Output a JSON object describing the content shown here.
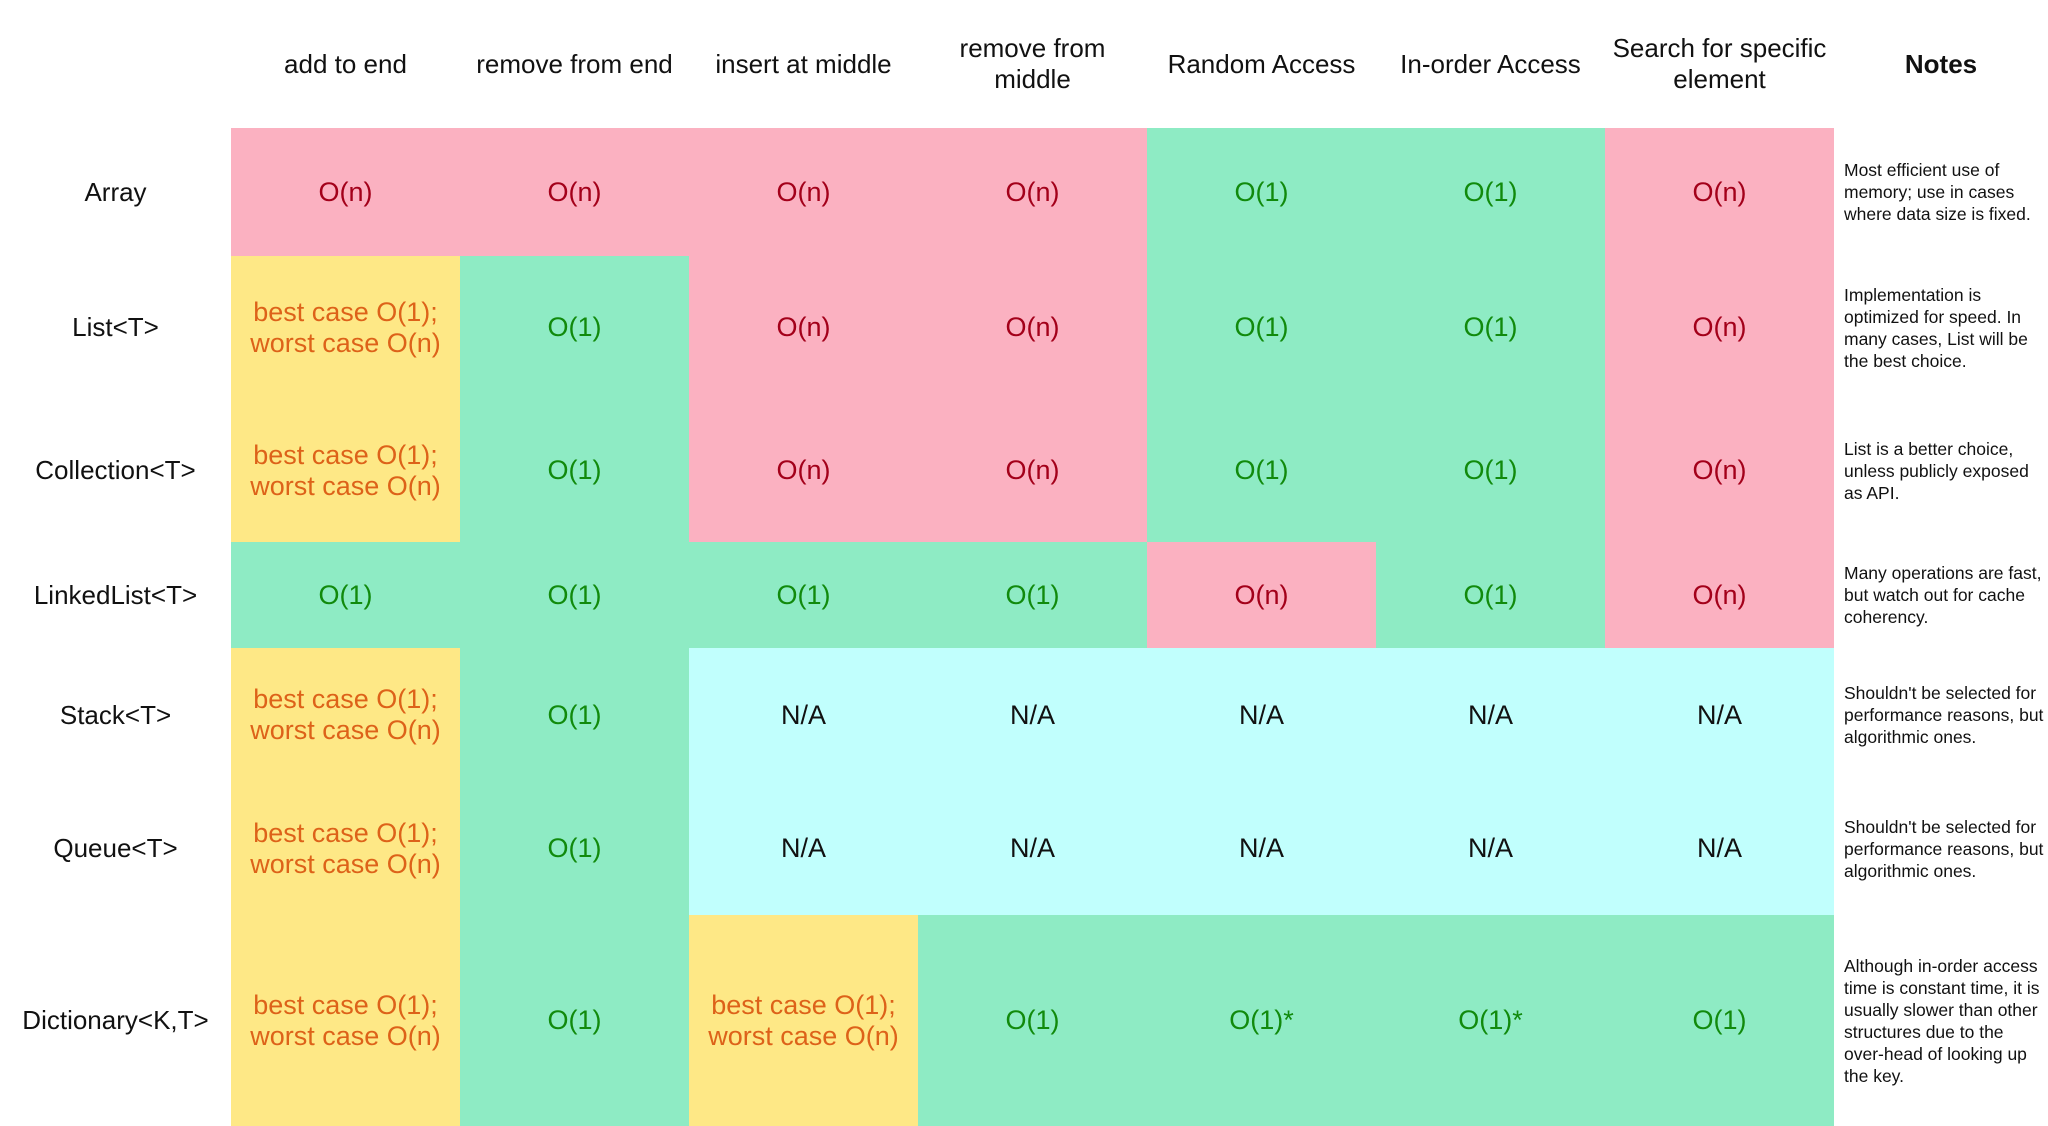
{
  "colors": {
    "red_bg": "#fbb1c1",
    "green_bg": "#8eebc4",
    "yellow_bg": "#fee886",
    "cyan_bg": "#c1fffd",
    "red_text": "#a3001a",
    "green_text": "#118a0c",
    "orange_text": "#dd6219",
    "na_text": "#111111"
  },
  "headers": [
    "add to end",
    "remove from end",
    "insert at middle",
    "remove from middle",
    "Random Access",
    "In-order Access",
    "Search for specific element"
  ],
  "notes_header": "Notes",
  "rows": [
    {
      "label": "Array",
      "cells": [
        {
          "text": "O(n)",
          "kind": "red"
        },
        {
          "text": "O(n)",
          "kind": "red"
        },
        {
          "text": "O(n)",
          "kind": "red"
        },
        {
          "text": "O(n)",
          "kind": "red"
        },
        {
          "text": "O(1)",
          "kind": "green"
        },
        {
          "text": "O(1)",
          "kind": "green"
        },
        {
          "text": "O(n)",
          "kind": "red"
        }
      ],
      "note": "Most efficient use of memory; use in cases where data size is fixed."
    },
    {
      "label": "List<T>",
      "cells": [
        {
          "text": "best case O(1); worst case O(n)",
          "kind": "yellow"
        },
        {
          "text": "O(1)",
          "kind": "green"
        },
        {
          "text": "O(n)",
          "kind": "red"
        },
        {
          "text": "O(n)",
          "kind": "red"
        },
        {
          "text": "O(1)",
          "kind": "green"
        },
        {
          "text": "O(1)",
          "kind": "green"
        },
        {
          "text": "O(n)",
          "kind": "red"
        }
      ],
      "note": "Implementation is optimized for speed. In many cases, List will be the best choice."
    },
    {
      "label": "Collection<T>",
      "cells": [
        {
          "text": "best case O(1); worst case O(n)",
          "kind": "yellow"
        },
        {
          "text": "O(1)",
          "kind": "green"
        },
        {
          "text": "O(n)",
          "kind": "red"
        },
        {
          "text": "O(n)",
          "kind": "red"
        },
        {
          "text": "O(1)",
          "kind": "green"
        },
        {
          "text": "O(1)",
          "kind": "green"
        },
        {
          "text": "O(n)",
          "kind": "red"
        }
      ],
      "note": "List is a better choice, unless publicly exposed as API."
    },
    {
      "label": "LinkedList<T>",
      "cells": [
        {
          "text": "O(1)",
          "kind": "green"
        },
        {
          "text": "O(1)",
          "kind": "green"
        },
        {
          "text": "O(1)",
          "kind": "green"
        },
        {
          "text": "O(1)",
          "kind": "green"
        },
        {
          "text": "O(n)",
          "kind": "red"
        },
        {
          "text": "O(1)",
          "kind": "green"
        },
        {
          "text": "O(n)",
          "kind": "red"
        }
      ],
      "note": "Many operations are fast, but watch out for cache coherency."
    },
    {
      "label": "Stack<T>",
      "cells": [
        {
          "text": "best case O(1); worst case O(n)",
          "kind": "yellow"
        },
        {
          "text": "O(1)",
          "kind": "green"
        },
        {
          "text": "N/A",
          "kind": "na"
        },
        {
          "text": "N/A",
          "kind": "na"
        },
        {
          "text": "N/A",
          "kind": "na"
        },
        {
          "text": "N/A",
          "kind": "na"
        },
        {
          "text": "N/A",
          "kind": "na"
        }
      ],
      "note": "Shouldn't be selected for performance reasons, but algorithmic ones."
    },
    {
      "label": "Queue<T>",
      "cells": [
        {
          "text": "best case O(1); worst case O(n)",
          "kind": "yellow"
        },
        {
          "text": "O(1)",
          "kind": "green"
        },
        {
          "text": "N/A",
          "kind": "na"
        },
        {
          "text": "N/A",
          "kind": "na"
        },
        {
          "text": "N/A",
          "kind": "na"
        },
        {
          "text": "N/A",
          "kind": "na"
        },
        {
          "text": "N/A",
          "kind": "na"
        }
      ],
      "note": "Shouldn't be selected for performance reasons, but algorithmic ones."
    },
    {
      "label": "Dictionary<K,T>",
      "cells": [
        {
          "text": "best case O(1); worst case O(n)",
          "kind": "yellow"
        },
        {
          "text": "O(1)",
          "kind": "green"
        },
        {
          "text": "best case O(1); worst case O(n)",
          "kind": "yellow"
        },
        {
          "text": "O(1)",
          "kind": "green"
        },
        {
          "text": "O(1)*",
          "kind": "green"
        },
        {
          "text": "O(1)*",
          "kind": "green"
        },
        {
          "text": "O(1)",
          "kind": "green"
        }
      ],
      "note": "Although in-order access time is constant time, it is usually slower than other structures due to the over-head of looking up the key."
    }
  ]
}
